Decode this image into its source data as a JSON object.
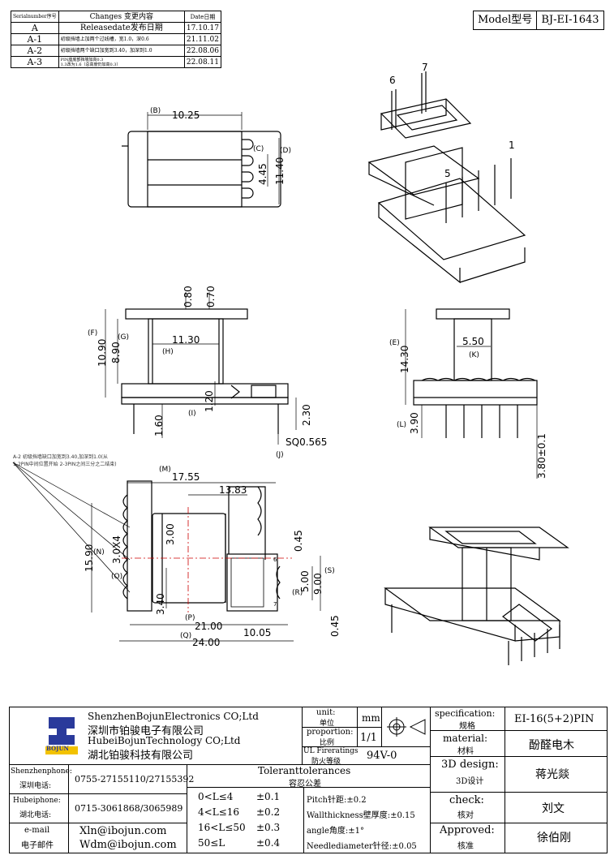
{
  "revision_table": {
    "header": {
      "serial": "Serialnumber序号",
      "changes": "Changes 变更内容",
      "date": "Date日期"
    },
    "rows": [
      {
        "rev": "A",
        "change": "Releasedate发布日期",
        "date": "17.10.17"
      },
      {
        "rev": "A-1",
        "change": "初级挡墙上加两个过线槽，宽1.0，深0.6",
        "date": "21.11.02"
      },
      {
        "rev": "A-2",
        "change": "初级挡墙两个缺口加宽到3.40，加深到1.0",
        "date": "22.08.06"
      },
      {
        "rev": "A-3",
        "change": "PIN座底部挡墙加高0.3",
        "change2": "1.3改为1.6（总高度仍加高0.3）",
        "date": "22.08.11"
      }
    ]
  },
  "model": {
    "label": "Model型号",
    "value": "BJ-EI-1643"
  },
  "dimensions": {
    "top_view": {
      "B": "(B)",
      "b_val": "10.25",
      "C": "(C)",
      "c_val": "4.45",
      "D": "(D)",
      "d_val": "11.40"
    },
    "front_view": {
      "v080": "0.80",
      "v070": "0.70",
      "F": "(F)",
      "f_val": "10.90",
      "G": "(G)",
      "g_val": "8.90",
      "h_val": "11.30",
      "H": "(H)",
      "I": "(I)",
      "i_val": "1.20",
      "v160": "1.60",
      "v230": "2.30",
      "J": "(J)",
      "sq": "SQ0.565"
    },
    "side_view": {
      "E": "(E)",
      "e_val": "14.30",
      "k_val": "5.50",
      "K": "(K)",
      "L": "(L)",
      "l_val": "3.90",
      "v380": "3.80±0.1"
    },
    "bottom_view": {
      "note1": "A-2 初级挡墙缺口加宽到3.40,加深到1.0(从",
      "note2": "1-2PIN中间位置开始 2-3PIN之间三分之二结束)",
      "M": "(M)",
      "m_val": "17.55",
      "v1383": "13.83",
      "v300": "3.00",
      "N": "(N)",
      "n_val": "15.90",
      "v3x4": "3.0X4",
      "O": "(O)",
      "v340": "3.40",
      "v045a": "0.45",
      "S": "(S)",
      "v500": "5.00",
      "v900": "9.00",
      "R": "(R)",
      "P": "(P)",
      "p_val": "21.00",
      "v1005": "10.05",
      "Q": "(Q)",
      "q_val": "24.00",
      "v045b": "0.45"
    },
    "pins": {
      "p1": "1",
      "p5": "5",
      "p6": "6",
      "p7": "7",
      "b6": "6",
      "b7": "7"
    }
  },
  "title_block": {
    "company_en1": "ShenzhenBojunElectronics CO;Ltd",
    "company_cn1": "深圳市铂骏电子有限公司",
    "company_en2": "HubeiBojunTechnology CO;Ltd",
    "company_cn2": "湖北铂骏科技有限公司",
    "logo_text": "BOJUN",
    "unit_label": "unit:",
    "unit_cn": "单位",
    "unit_val": "mm",
    "proportion_label": "proportion:",
    "proportion_cn": "比例",
    "proportion_val": "1/1",
    "ul_label": "UL Fireratings",
    "ul_cn": "防火等级",
    "ul_val": "94V-0",
    "spec_label": "specification:",
    "spec_cn": "规格",
    "spec_val": "EI-16(5+2)PIN",
    "material_label": "material:",
    "material_cn": "材料",
    "material_val": "酚醛电木",
    "design_label": "3D design:",
    "design_cn": "3D设计",
    "design_val": "蒋光燚",
    "check_label": "check:",
    "check_cn": "核对",
    "check_val": "刘文",
    "approved_label": "Approved:",
    "approved_cn": "核准",
    "approved_val": "徐伯刚",
    "sz_phone_label": "Shenzhenphone:",
    "sz_phone_cn": "深圳电话:",
    "sz_phone": "0755-27155110/27155392",
    "hb_phone_label": "Hubeiphone:",
    "hb_phone_cn": "湖北电话:",
    "hb_phone": "0715-3061868/3065989",
    "email_label": "e-mail",
    "email_cn": "电子邮件",
    "email1": "Xln@ibojun.com",
    "email2": "Wdm@ibojun.com",
    "tol_title": "Toleranttolerances",
    "tol_cn": "容忍公差",
    "tol_rows": [
      {
        "range": "0<L≤4",
        "tol": "±0.1"
      },
      {
        "range": "4<L≤16",
        "tol": "±0.2"
      },
      {
        "range": "16<L≤50",
        "tol": "±0.3"
      },
      {
        "range": "50≤L",
        "tol": "±0.4"
      }
    ],
    "pitch": "Pitch针距:±0.2",
    "wall": "Wallthickness壁厚度:±0.15",
    "angle": "angle角度:±1°",
    "needle": "Needlediameter针径:±0.05"
  }
}
